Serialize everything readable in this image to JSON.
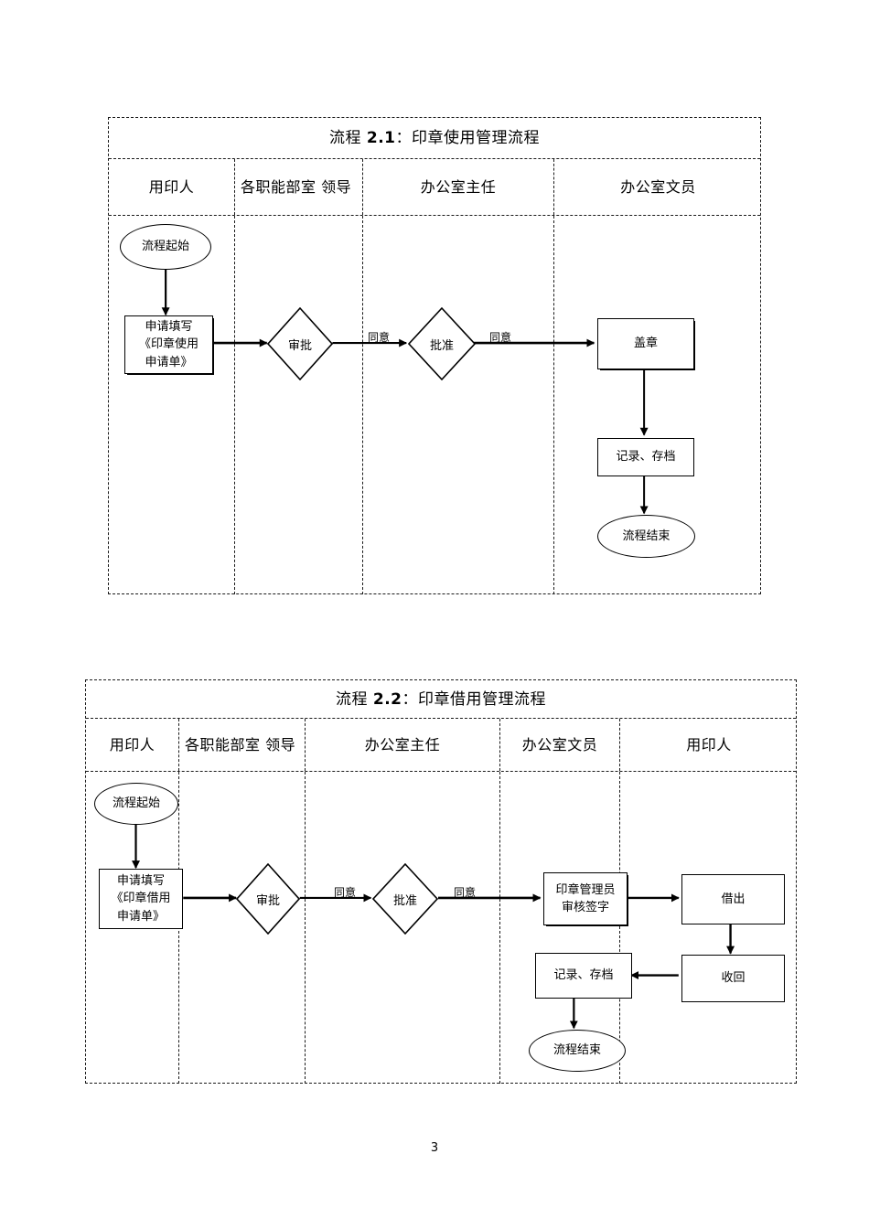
{
  "page": {
    "number": "3"
  },
  "flow1": {
    "title_prefix": "流程 ",
    "title_number": "2.1",
    "title_suffix": "：印章使用管理流程",
    "lanes": [
      {
        "label": "用印人"
      },
      {
        "label": "各职能部室\n领导"
      },
      {
        "label": "办公室主任"
      },
      {
        "label": "办公室文员"
      }
    ],
    "nodes": {
      "start": "流程起始",
      "apply": "申请填写\n《印章使用\n申请单》",
      "review": "审批",
      "approve": "批准",
      "stamp": "盖章",
      "record": "记录、存档",
      "end": "流程结束"
    },
    "edges": {
      "agree1": "同意",
      "agree2": "同意"
    }
  },
  "flow2": {
    "title_prefix": "流程 ",
    "title_number": "2.2",
    "title_suffix": "：印章借用管理流程",
    "lanes": [
      {
        "label": "用印人"
      },
      {
        "label": "各职能部室\n领导"
      },
      {
        "label": "办公室主任"
      },
      {
        "label": "办公室文员"
      },
      {
        "label": "用印人"
      }
    ],
    "nodes": {
      "start": "流程起始",
      "apply": "申请填写\n《印章借用\n申请单》",
      "review": "审批",
      "approve": "批准",
      "sign": "印章管理员\n审核签字",
      "lend": "借出",
      "retrieve": "收回",
      "record": "记录、存档",
      "end": "流程结束"
    },
    "edges": {
      "agree1": "同意",
      "agree2": "同意"
    }
  },
  "colors": {
    "line": "#000000",
    "border": "#1a1a1a",
    "background": "#ffffff"
  }
}
